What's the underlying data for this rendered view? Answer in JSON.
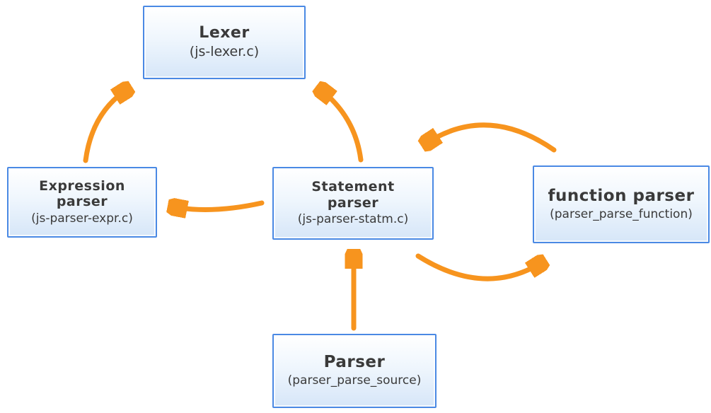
{
  "diagram": {
    "colors": {
      "arrow": "#F7941E",
      "box_border": "#4A89E4",
      "box_fill_top": "#FFFFFF",
      "box_fill_mid": "#EFF6FD",
      "box_fill_bottom": "#D6E6F8",
      "text": "#3A3A3A",
      "bg": "#FFFFFF"
    },
    "nodes": {
      "lexer": {
        "title": "Lexer",
        "subtitle": "(js-lexer.c)"
      },
      "expr": {
        "title_line1": "Expression",
        "title_line2": "parser",
        "subtitle": "(js-parser-expr.c)"
      },
      "stmt": {
        "title_line1": "Statement",
        "title_line2": "parser",
        "subtitle": "(js-parser-statm.c)"
      },
      "func": {
        "title": "function parser",
        "subtitle": "(parser_parse_function)"
      },
      "parser": {
        "title": "Parser",
        "subtitle": "(parser_parse_source)"
      }
    },
    "edges": [
      {
        "from": "expression-parser",
        "to": "lexer"
      },
      {
        "from": "statement-parser",
        "to": "lexer"
      },
      {
        "from": "statement-parser",
        "to": "expression-parser"
      },
      {
        "from": "function-parser",
        "to": "statement-parser"
      },
      {
        "from": "statement-parser",
        "to": "function-parser"
      },
      {
        "from": "parser",
        "to": "statement-parser"
      }
    ]
  }
}
